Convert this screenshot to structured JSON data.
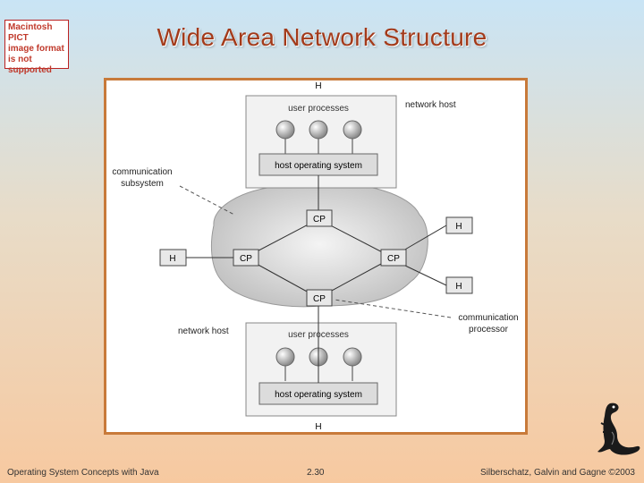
{
  "placeholder": {
    "lines": [
      "Macintosh PICT",
      "image format",
      "is not supported"
    ]
  },
  "title": "Wide Area Network Structure",
  "diagram": {
    "top_h_label": "H",
    "bottom_h_label": "H",
    "top_host": {
      "processes_label": "user processes",
      "os_label": "host operating system"
    },
    "bottom_host": {
      "processes_label": "user processes",
      "os_label": "host operating system"
    },
    "cp_label": "CP",
    "h_label": "H",
    "labels": {
      "network_host_top": "network host",
      "network_host_bottom": "network host",
      "comm_subsystem_1": "communication",
      "comm_subsystem_2": "subsystem",
      "comm_processor_1": "communication",
      "comm_processor_2": "processor"
    }
  },
  "footer": {
    "left": "Operating System Concepts with Java",
    "page": "2.30",
    "right": "Silberschatz, Galvin and Gagne ©2003"
  }
}
